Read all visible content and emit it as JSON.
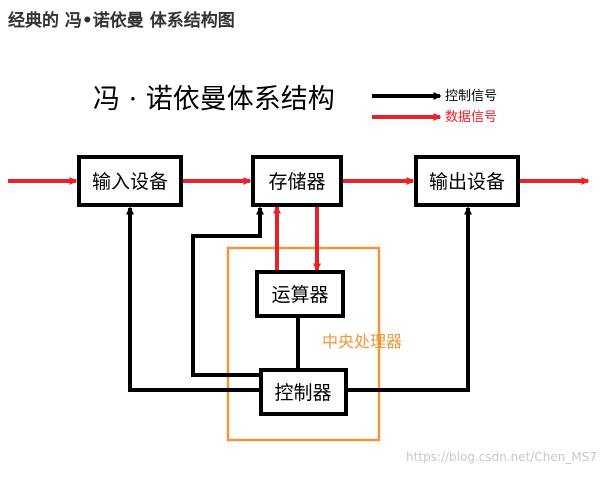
{
  "page_heading": "经典的 冯•诺依曼 体系结构图",
  "diagram": {
    "title": "冯 · 诺依曼体系结构",
    "legend": {
      "control_signal": "控制信号",
      "data_signal": "数据信号"
    },
    "nodes": {
      "input": "输入设备",
      "memory": "存储器",
      "output": "输出设备",
      "alu": "运算器",
      "controller": "控制器"
    },
    "cpu_label": "中央处理器"
  },
  "colors": {
    "data_signal": "#e8212a",
    "control_signal": "#000000",
    "cpu_boundary": "#f0963c",
    "cpu_label": "#f0963c",
    "watermark": "#c8c8c8"
  },
  "watermark": "https://blog.csdn.net/Chen_MS7"
}
